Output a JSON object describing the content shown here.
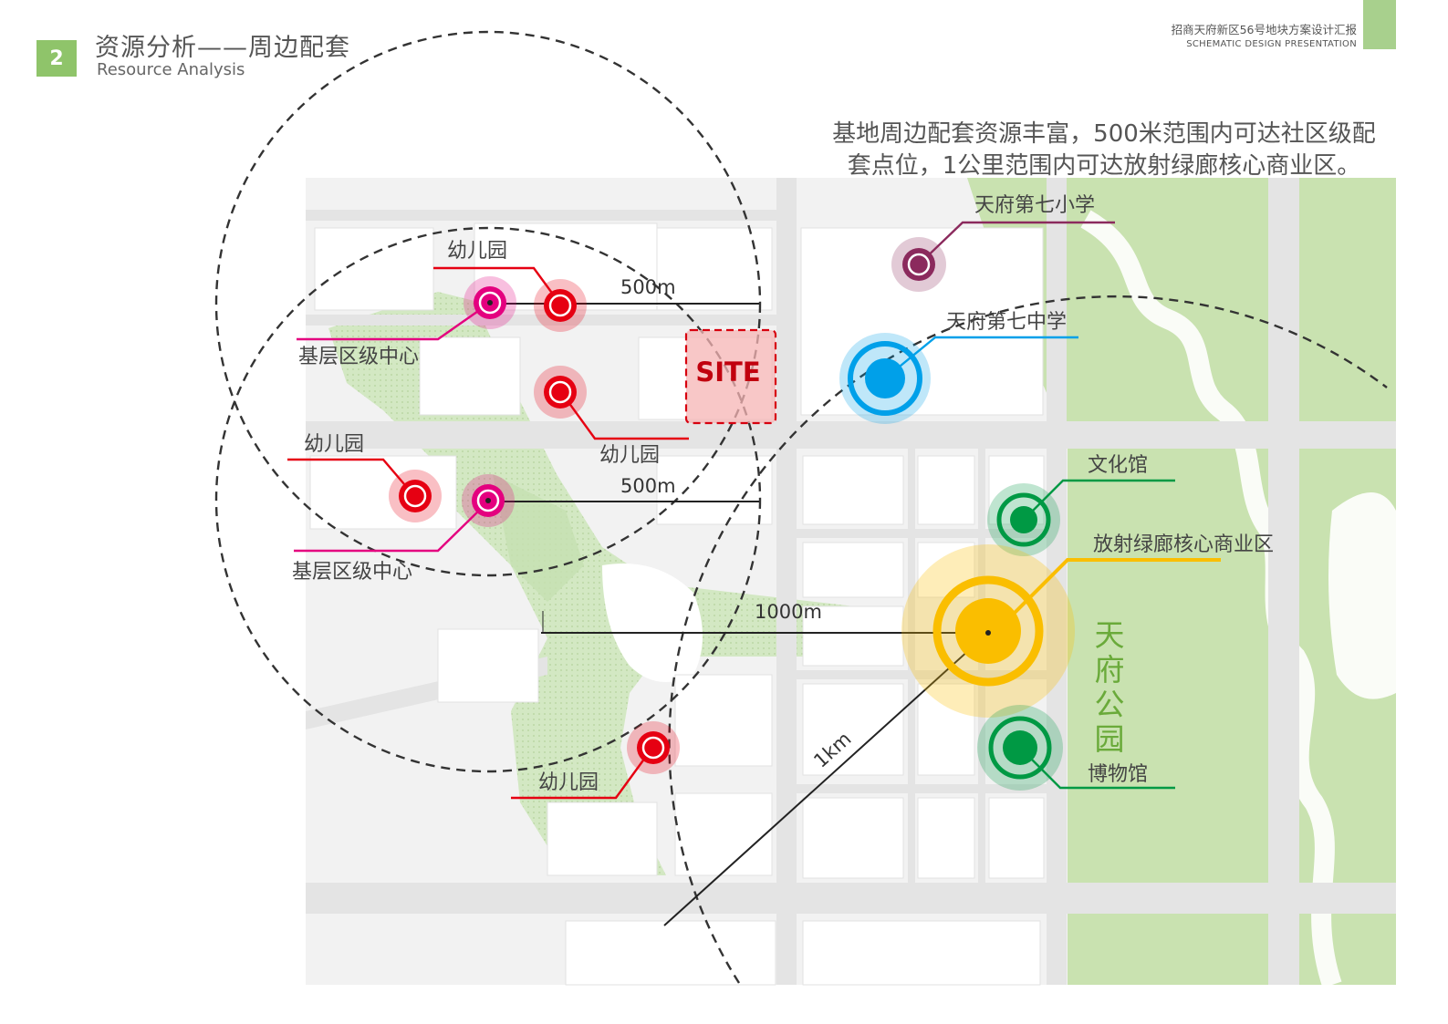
{
  "header": {
    "section_number": "2",
    "title_cn": "资源分析——周边配套",
    "title_en": "Resource Analysis",
    "project_title": "招商天府新区56号地块方案设计汇报",
    "project_subtitle": "SCHEMATIC DESIGN PRESENTATION"
  },
  "description": {
    "line1": "基地周边配套资源丰富，500米范围内可达社区级配",
    "line2": "套点位，1公里范围内可达放射绿廊核心商业区。"
  },
  "site_label": "SITE",
  "park_label": [
    "天",
    "府",
    "公",
    "园"
  ],
  "distance_labels": {
    "radius_500_top": "500m",
    "radius_500_mid": "500m",
    "radius_1000": "1000m",
    "radius_1km": "1km"
  },
  "pois": {
    "kindergarten_1": "幼儿园",
    "kindergarten_2": "幼儿园",
    "kindergarten_3": "幼儿园",
    "kindergarten_4": "幼儿园",
    "community_center_1": "基层区级中心",
    "community_center_2": "基层区级中心",
    "primary_school": "天府第七小学",
    "middle_school": "天府第七中学",
    "cultural_center": "文化馆",
    "commercial_core": "放射绿廊核心商业区",
    "museum": "博物馆"
  },
  "colors": {
    "kindergarten": "#e60012",
    "community_center": "#e4007f",
    "primary_school": "#8b2a5d",
    "middle_school": "#00a0e9",
    "culture": "#009944",
    "commercial": "#fabe00",
    "site": "#d7000f",
    "park_text": "#6aaa3a",
    "park_green": "#c9e2b0",
    "badge": "#8fc46a"
  },
  "icons": [
    "target-marker-icon"
  ]
}
